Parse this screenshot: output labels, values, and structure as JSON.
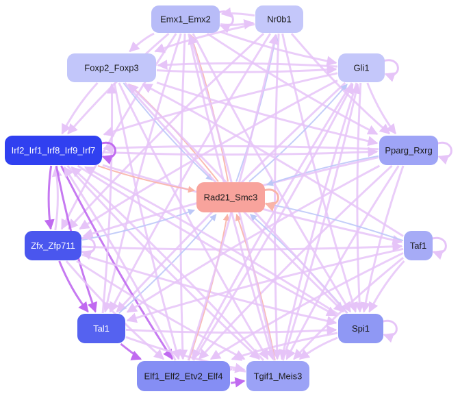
{
  "nodes": [
    {
      "id": "emx",
      "label": "Emx1_Emx2",
      "fill": "#b8bcf8",
      "text_color": "#1a1a1a"
    },
    {
      "id": "nr0b1",
      "label": "Nr0b1",
      "fill": "#c4c7fa",
      "text_color": "#1a1a1a"
    },
    {
      "id": "foxp",
      "label": "Foxp2_Foxp3",
      "fill": "#c2c6fa",
      "text_color": "#1a1a1a"
    },
    {
      "id": "gli1",
      "label": "Gli1",
      "fill": "#c4c7fa",
      "text_color": "#1a1a1a"
    },
    {
      "id": "irf",
      "label": "Irf2_Irf1_Irf8_Irf9_Irf7",
      "fill": "#3040f0",
      "text_color": "#ffffff"
    },
    {
      "id": "pparg",
      "label": "Pparg_Rxrg",
      "fill": "#9ea4f6",
      "text_color": "#1a1a1a"
    },
    {
      "id": "rad21",
      "label": "Rad21_Smc3",
      "fill": "#f8a39c",
      "text_color": "#1a1a1a"
    },
    {
      "id": "zfx",
      "label": "Zfx_Zfp711",
      "fill": "#4a56ee",
      "text_color": "#ffffff"
    },
    {
      "id": "taf1",
      "label": "Taf1",
      "fill": "#a6abf6",
      "text_color": "#1a1a1a"
    },
    {
      "id": "tal1",
      "label": "Tal1",
      "fill": "#5562f0",
      "text_color": "#ffffff"
    },
    {
      "id": "spi1",
      "label": "Spi1",
      "fill": "#8f98f4",
      "text_color": "#1a1a1a"
    },
    {
      "id": "elf",
      "label": "Elf1_Elf2_Etv2_Elf4",
      "fill": "#858ef4",
      "text_color": "#1a1a1a"
    },
    {
      "id": "tgif",
      "label": "Tgif1_Meis3",
      "fill": "#9ba2f6",
      "text_color": "#1a1a1a"
    }
  ],
  "edge_colors": {
    "default": "#e6c4f8",
    "strong": "#c06af0",
    "blue": "#bcc8f8",
    "red": "#f9b4a8"
  },
  "edges": [
    {
      "from": "emx",
      "to": "nr0b1",
      "color": "default"
    },
    {
      "from": "nr0b1",
      "to": "emx",
      "color": "default"
    },
    {
      "from": "emx",
      "to": "foxp",
      "color": "default"
    },
    {
      "from": "emx",
      "to": "gli1",
      "color": "default"
    },
    {
      "from": "emx",
      "to": "irf",
      "color": "default"
    },
    {
      "from": "emx",
      "to": "zfx",
      "color": "default"
    },
    {
      "from": "emx",
      "to": "pparg",
      "color": "default"
    },
    {
      "from": "emx",
      "to": "spi1",
      "color": "default"
    },
    {
      "from": "emx",
      "to": "tgif",
      "color": "default"
    },
    {
      "from": "emx",
      "to": "elf",
      "color": "default"
    },
    {
      "from": "emx",
      "to": "tal1",
      "color": "default"
    },
    {
      "from": "rad21",
      "to": "emx",
      "color": "red"
    },
    {
      "from": "nr0b1",
      "to": "foxp",
      "color": "default"
    },
    {
      "from": "nr0b1",
      "to": "pparg",
      "color": "default"
    },
    {
      "from": "nr0b1",
      "to": "zfx",
      "color": "default"
    },
    {
      "from": "nr0b1",
      "to": "spi1",
      "color": "default"
    },
    {
      "from": "nr0b1",
      "to": "tal1",
      "color": "default"
    },
    {
      "from": "nr0b1",
      "to": "tgif",
      "color": "default"
    },
    {
      "from": "rad21",
      "to": "nr0b1",
      "color": "blue"
    },
    {
      "from": "foxp",
      "to": "gli1",
      "color": "default"
    },
    {
      "from": "gli1",
      "to": "foxp",
      "color": "default"
    },
    {
      "from": "foxp",
      "to": "irf",
      "color": "default"
    },
    {
      "from": "foxp",
      "to": "rad21",
      "color": "blue"
    },
    {
      "from": "foxp",
      "to": "spi1",
      "color": "default"
    },
    {
      "from": "foxp",
      "to": "tgif",
      "color": "default"
    },
    {
      "from": "foxp",
      "to": "pparg",
      "color": "default"
    },
    {
      "from": "foxp",
      "to": "elf",
      "color": "default"
    },
    {
      "from": "rad21",
      "to": "foxp",
      "color": "red"
    },
    {
      "from": "gli1",
      "to": "irf",
      "color": "default"
    },
    {
      "from": "gli1",
      "to": "zfx",
      "color": "default"
    },
    {
      "from": "gli1",
      "to": "tal1",
      "color": "default"
    },
    {
      "from": "gli1",
      "to": "elf",
      "color": "default"
    },
    {
      "from": "gli1",
      "to": "tgif",
      "color": "default"
    },
    {
      "from": "gli1",
      "to": "spi1",
      "color": "default"
    },
    {
      "from": "gli1",
      "to": "pparg",
      "color": "default"
    },
    {
      "from": "rad21",
      "to": "gli1",
      "color": "blue"
    },
    {
      "from": "irf",
      "to": "pparg",
      "color": "default"
    },
    {
      "from": "pparg",
      "to": "irf",
      "color": "default"
    },
    {
      "from": "irf",
      "to": "zfx",
      "color": "strong"
    },
    {
      "from": "zfx",
      "to": "irf",
      "color": "default"
    },
    {
      "from": "irf",
      "to": "tal1",
      "color": "strong"
    },
    {
      "from": "irf",
      "to": "elf",
      "color": "strong"
    },
    {
      "from": "irf",
      "to": "tgif",
      "color": "default"
    },
    {
      "from": "irf",
      "to": "spi1",
      "color": "default"
    },
    {
      "from": "irf",
      "to": "taf1",
      "color": "default"
    },
    {
      "from": "irf",
      "to": "rad21",
      "color": "red"
    },
    {
      "from": "pparg",
      "to": "zfx",
      "color": "default"
    },
    {
      "from": "pparg",
      "to": "elf",
      "color": "default"
    },
    {
      "from": "pparg",
      "to": "tal1",
      "color": "default"
    },
    {
      "from": "pparg",
      "to": "spi1",
      "color": "default"
    },
    {
      "from": "pparg",
      "to": "tgif",
      "color": "default"
    },
    {
      "from": "pparg",
      "to": "rad21",
      "color": "blue"
    },
    {
      "from": "zfx",
      "to": "tal1",
      "color": "strong"
    },
    {
      "from": "zfx",
      "to": "taf1",
      "color": "default"
    },
    {
      "from": "zfx",
      "to": "elf",
      "color": "default"
    },
    {
      "from": "zfx",
      "to": "tgif",
      "color": "default"
    },
    {
      "from": "zfx",
      "to": "spi1",
      "color": "default"
    },
    {
      "from": "zfx",
      "to": "rad21",
      "color": "blue"
    },
    {
      "from": "taf1",
      "to": "rad21",
      "color": "blue"
    },
    {
      "from": "taf1",
      "to": "spi1",
      "color": "default"
    },
    {
      "from": "taf1",
      "to": "elf",
      "color": "default"
    },
    {
      "from": "taf1",
      "to": "tal1",
      "color": "default"
    },
    {
      "from": "taf1",
      "to": "tgif",
      "color": "default"
    },
    {
      "from": "taf1",
      "to": "foxp",
      "color": "default"
    },
    {
      "from": "tal1",
      "to": "elf",
      "color": "strong"
    },
    {
      "from": "tal1",
      "to": "spi1",
      "color": "default"
    },
    {
      "from": "tal1",
      "to": "tgif",
      "color": "default"
    },
    {
      "from": "tal1",
      "to": "rad21",
      "color": "blue"
    },
    {
      "from": "spi1",
      "to": "tgif",
      "color": "default"
    },
    {
      "from": "spi1",
      "to": "elf",
      "color": "default"
    },
    {
      "from": "spi1",
      "to": "rad21",
      "color": "blue"
    },
    {
      "from": "spi1",
      "to": "irf",
      "color": "default"
    },
    {
      "from": "elf",
      "to": "tgif",
      "color": "strong"
    },
    {
      "from": "tgif",
      "to": "elf",
      "color": "default"
    },
    {
      "from": "elf",
      "to": "rad21",
      "color": "red"
    },
    {
      "from": "elf",
      "to": "irf",
      "color": "default"
    },
    {
      "from": "tgif",
      "to": "rad21",
      "color": "red"
    },
    {
      "from": "tgif",
      "to": "irf",
      "color": "default"
    },
    {
      "from": "tgif",
      "to": "emx",
      "color": "default"
    },
    {
      "from": "tgif",
      "to": "gli1",
      "color": "default"
    },
    {
      "from": "elf",
      "to": "gli1",
      "color": "default"
    },
    {
      "from": "elf",
      "to": "nr0b1",
      "color": "default"
    },
    {
      "from": "tal1",
      "to": "foxp",
      "color": "default"
    },
    {
      "from": "spi1",
      "to": "foxp",
      "color": "default"
    }
  ],
  "self_loops": [
    {
      "node": "emx",
      "color": "default"
    },
    {
      "node": "gli1",
      "color": "default"
    },
    {
      "node": "pparg",
      "color": "default"
    },
    {
      "node": "rad21",
      "color": "red"
    },
    {
      "node": "taf1",
      "color": "default"
    },
    {
      "node": "spi1",
      "color": "default"
    },
    {
      "node": "irf",
      "color": "strong"
    },
    {
      "node": "zfx",
      "color": "default"
    }
  ]
}
